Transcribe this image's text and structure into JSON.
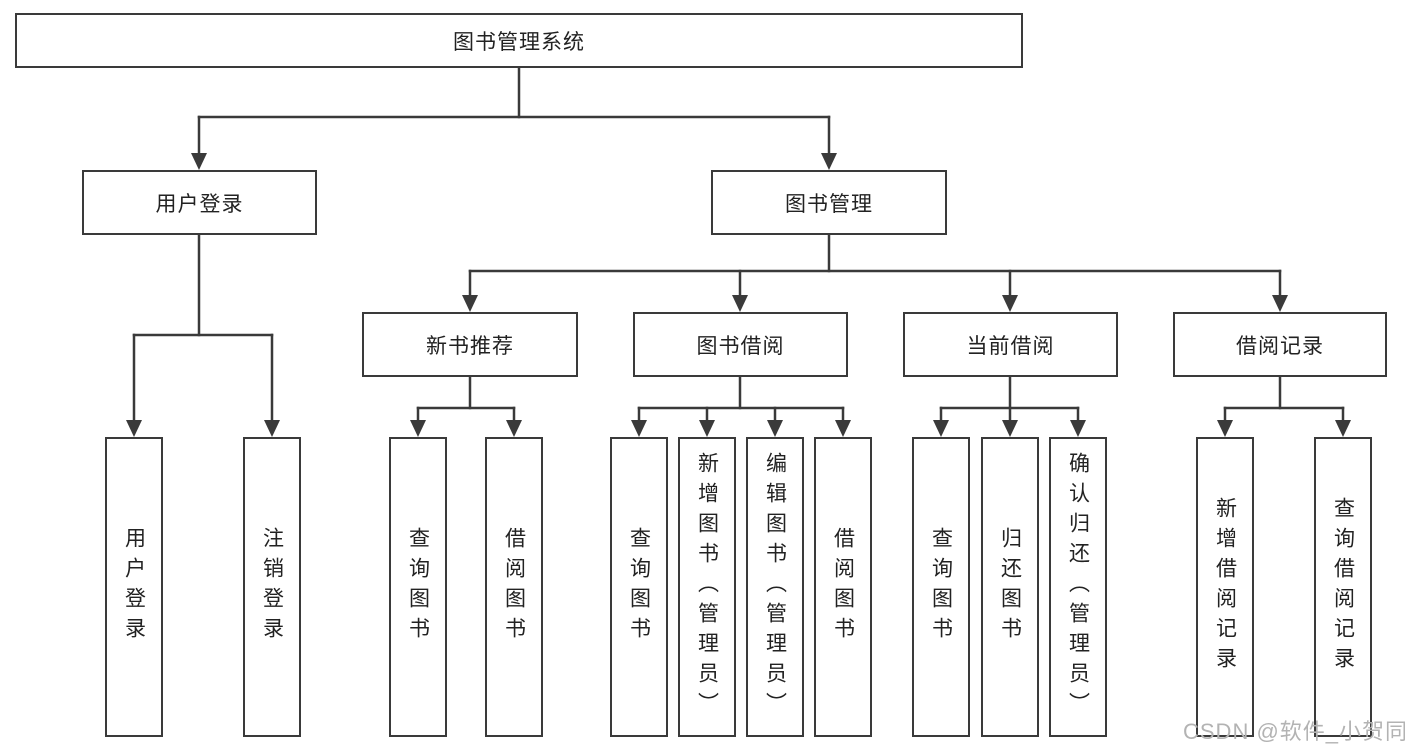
{
  "colors": {
    "line": "#3a3a3a",
    "box_border": "#3a3a3a",
    "box_fill": "#ffffff",
    "text": "#222222",
    "watermark": "#b3b3b3",
    "background": "#ffffff"
  },
  "nodes": {
    "root": {
      "label": "图书管理系统"
    },
    "user_login": {
      "label": "用户登录"
    },
    "book_mgmt": {
      "label": "图书管理"
    },
    "new_book_rec": {
      "label": "新书推荐"
    },
    "book_borrow": {
      "label": "图书借阅"
    },
    "current_borrow": {
      "label": "当前借阅"
    },
    "borrow_records": {
      "label": "借阅记录"
    },
    "leaf_user_login": {
      "label": "用户登录"
    },
    "leaf_logout": {
      "label": "注销登录"
    },
    "leaf_rec_query": {
      "label": "查询图书"
    },
    "leaf_rec_borrow": {
      "label": "借阅图书"
    },
    "leaf_bb_query": {
      "label": "查询图书"
    },
    "leaf_bb_add": {
      "label": "新增图书（管理员）"
    },
    "leaf_bb_edit": {
      "label": "编辑图书（管理员）"
    },
    "leaf_bb_borrow": {
      "label": "借阅图书"
    },
    "leaf_cb_query": {
      "label": "查询图书"
    },
    "leaf_cb_return": {
      "label": "归还图书"
    },
    "leaf_cb_confirm": {
      "label": "确认归还（管理员）"
    },
    "leaf_br_add": {
      "label": "新增借阅记录"
    },
    "leaf_br_query": {
      "label": "查询借阅记录"
    }
  },
  "watermark": {
    "text": "CSDN @软件_小贺同学"
  }
}
